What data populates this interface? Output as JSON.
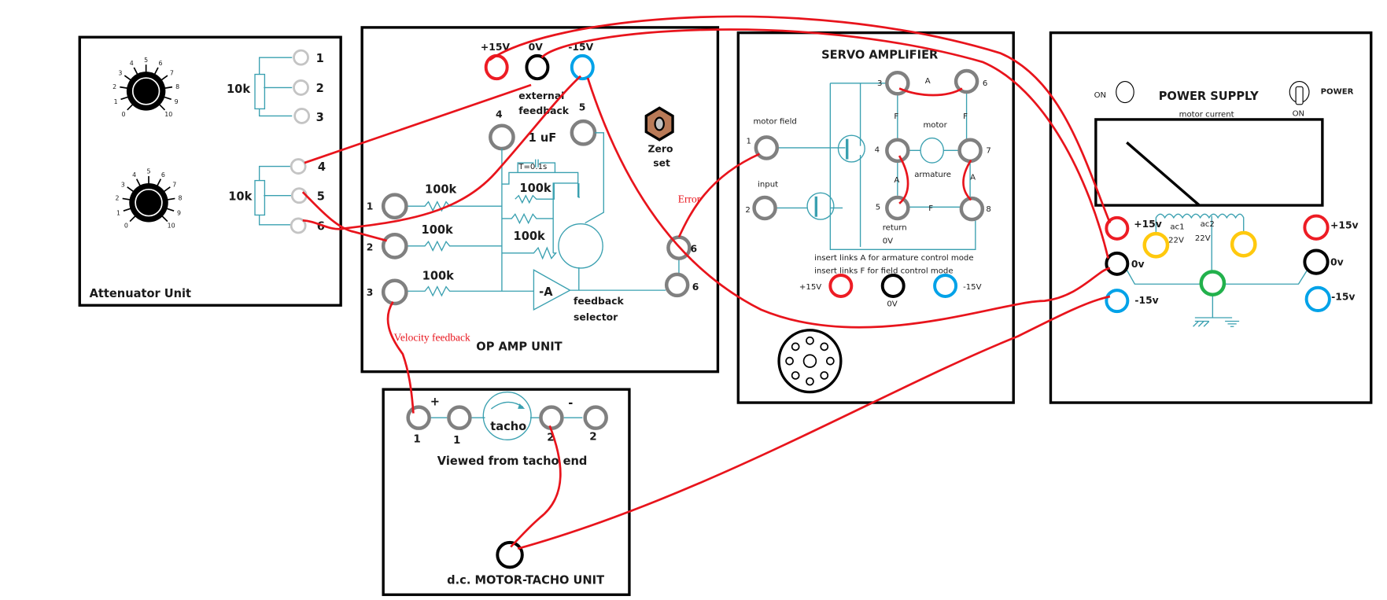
{
  "colors": {
    "wire": "#e8141c",
    "plus15": "#ed1c24",
    "zero": "#000000",
    "minus15": "#00a2e8",
    "ac": "#ffc90e",
    "earth": "#22b14c",
    "terminal": "#808080",
    "schematic": "#3aa0b0"
  },
  "attenuator": {
    "title": "Attenuator Unit",
    "pot_label": "10k",
    "terminals": [
      "1",
      "2",
      "3",
      "4",
      "5",
      "6"
    ],
    "dial_ticks": [
      "0",
      "1",
      "2",
      "3",
      "4",
      "5",
      "6",
      "7",
      "8",
      "9",
      "10"
    ]
  },
  "opamp": {
    "title": "OP AMP UNIT",
    "supply_labels": [
      "+15V",
      "0V",
      "-15V"
    ],
    "input_labels": [
      "1",
      "2",
      "3"
    ],
    "terminal_4": "4",
    "terminal_5": "5",
    "external_feedback": [
      "external",
      "feedback"
    ],
    "capacitor": "1 uF",
    "time_constant": "T=0.1s",
    "resistor": "100k",
    "amp": "-A",
    "selector": [
      "feedback",
      "selector"
    ],
    "zero_set": [
      "Zero",
      "set"
    ],
    "output_labels": [
      "6",
      "6"
    ]
  },
  "annotations": {
    "error": "Error",
    "velocity_feedback": "Velocity feedback"
  },
  "tacho": {
    "title": "d.c. MOTOR-TACHO UNIT",
    "plus": "+",
    "minus": "-",
    "labels": [
      "1",
      "1",
      "2",
      "2"
    ],
    "tacho": "tacho",
    "viewed": "Viewed from tacho end"
  },
  "servo": {
    "title": "SERVO AMPLIFIER",
    "motor_field": "motor field",
    "input": "input",
    "terminals": [
      "1",
      "2",
      "3",
      "4",
      "5",
      "6",
      "7",
      "8"
    ],
    "link_a": "A",
    "link_f": "F",
    "motor": "motor",
    "armature": "armature",
    "return": "return",
    "zero": "0V",
    "note1": "insert links A for armature control mode",
    "note2": "insert links F for field control mode",
    "supply_labels": [
      "+15V",
      "0V",
      "-15V"
    ]
  },
  "power": {
    "title": "POWER SUPPLY",
    "on": "ON",
    "power": "POWER",
    "switch_on": "ON",
    "meter_label": "motor current",
    "left_labels": [
      "+15v",
      "0v",
      "-15v"
    ],
    "right_labels": [
      "+15v",
      "0v",
      "-15v"
    ],
    "ac1": "ac1",
    "ac2": "ac2",
    "ac_v": "22V"
  }
}
